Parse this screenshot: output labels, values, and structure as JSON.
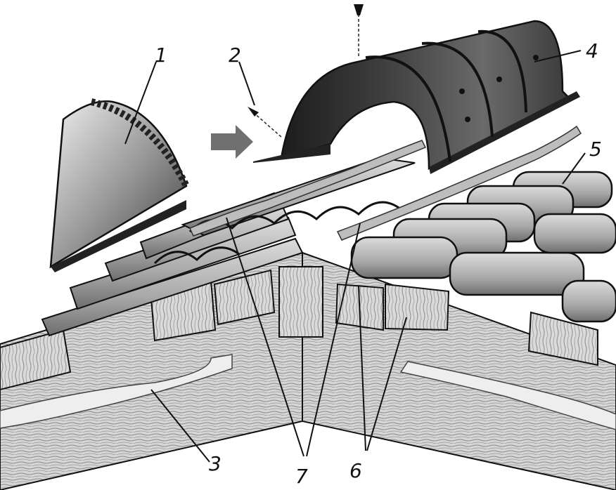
{
  "labels": {
    "end_cap": "1",
    "screw": "2",
    "battens_insulation": "3",
    "ridge_cap": "4",
    "roof_tiles": "5",
    "counter_battens": "6",
    "ridge_seal_strip": "7"
  },
  "colors": {
    "ink": "#111111",
    "dark_metal": "#2a2a2a",
    "mid_metal": "#6b6b6b",
    "light_metal": "#c9c9c9",
    "tile": "#b5b5b5",
    "tile_shadow": "#7d7d7d",
    "wood": "#d9d9d9",
    "wood_grain": "#8a8a8a",
    "arrow": "#707070",
    "insulation": "#ededed"
  }
}
